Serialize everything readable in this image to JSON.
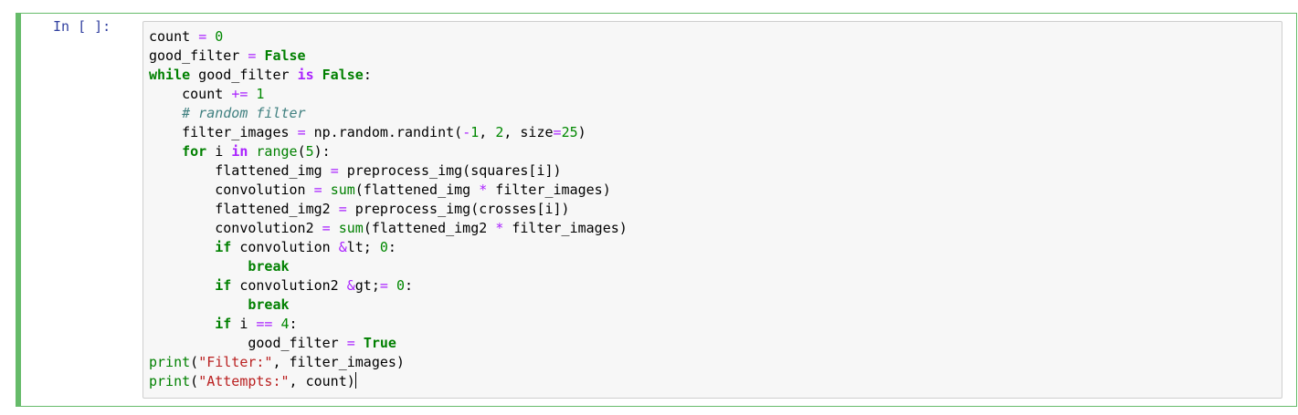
{
  "cell": {
    "prompt": "In [ ]:",
    "accent_color": "#66bb6a",
    "code_lines": [
      [
        {
          "t": "count "
        },
        {
          "t": "=",
          "c": "o"
        },
        {
          "t": " "
        },
        {
          "t": "0",
          "c": "n"
        }
      ],
      [
        {
          "t": "good_filter "
        },
        {
          "t": "=",
          "c": "o"
        },
        {
          "t": " "
        },
        {
          "t": "False",
          "c": "k"
        }
      ],
      [
        {
          "t": "while",
          "c": "k"
        },
        {
          "t": " good_filter "
        },
        {
          "t": "is",
          "c": "ow"
        },
        {
          "t": " "
        },
        {
          "t": "False",
          "c": "k"
        },
        {
          "t": ":"
        }
      ],
      [
        {
          "t": "    count "
        },
        {
          "t": "+=",
          "c": "o"
        },
        {
          "t": " "
        },
        {
          "t": "1",
          "c": "n"
        }
      ],
      [
        {
          "t": "    "
        },
        {
          "t": "# random filter",
          "c": "c"
        }
      ],
      [
        {
          "t": "    filter_images "
        },
        {
          "t": "=",
          "c": "o"
        },
        {
          "t": " np.random.randint("
        },
        {
          "t": "-",
          "c": "o"
        },
        {
          "t": "1",
          "c": "n"
        },
        {
          "t": ", "
        },
        {
          "t": "2",
          "c": "n"
        },
        {
          "t": ", size"
        },
        {
          "t": "=",
          "c": "o"
        },
        {
          "t": "25",
          "c": "n"
        },
        {
          "t": ")"
        }
      ],
      [
        {
          "t": "    "
        },
        {
          "t": "for",
          "c": "k"
        },
        {
          "t": " i "
        },
        {
          "t": "in",
          "c": "ow"
        },
        {
          "t": " "
        },
        {
          "t": "range",
          "c": "b"
        },
        {
          "t": "("
        },
        {
          "t": "5",
          "c": "n"
        },
        {
          "t": "):"
        }
      ],
      [
        {
          "t": "        flattened_img "
        },
        {
          "t": "=",
          "c": "o"
        },
        {
          "t": " preprocess_img(squares[i])"
        }
      ],
      [
        {
          "t": "        convolution "
        },
        {
          "t": "=",
          "c": "o"
        },
        {
          "t": " "
        },
        {
          "t": "sum",
          "c": "b"
        },
        {
          "t": "(flattened_img "
        },
        {
          "t": "*",
          "c": "o"
        },
        {
          "t": " filter_images)"
        }
      ],
      [
        {
          "t": "        flattened_img2 "
        },
        {
          "t": "=",
          "c": "o"
        },
        {
          "t": " preprocess_img(crosses[i])"
        }
      ],
      [
        {
          "t": "        convolution2 "
        },
        {
          "t": "=",
          "c": "o"
        },
        {
          "t": " "
        },
        {
          "t": "sum",
          "c": "b"
        },
        {
          "t": "(flattened_img2 "
        },
        {
          "t": "*",
          "c": "o"
        },
        {
          "t": " filter_images)"
        }
      ],
      [
        {
          "t": "        "
        },
        {
          "t": "if",
          "c": "k"
        },
        {
          "t": " convolution "
        },
        {
          "t": "&",
          "c": "o"
        },
        {
          "t": "lt; "
        },
        {
          "t": "0",
          "c": "n"
        },
        {
          "t": ":"
        }
      ],
      [
        {
          "t": "            "
        },
        {
          "t": "break",
          "c": "k"
        }
      ],
      [
        {
          "t": "        "
        },
        {
          "t": "if",
          "c": "k"
        },
        {
          "t": " convolution2 "
        },
        {
          "t": "&",
          "c": "o"
        },
        {
          "t": "gt;"
        },
        {
          "t": "=",
          "c": "o"
        },
        {
          "t": " "
        },
        {
          "t": "0",
          "c": "n"
        },
        {
          "t": ":"
        }
      ],
      [
        {
          "t": "            "
        },
        {
          "t": "break",
          "c": "k"
        }
      ],
      [
        {
          "t": "        "
        },
        {
          "t": "if",
          "c": "k"
        },
        {
          "t": " i "
        },
        {
          "t": "==",
          "c": "o"
        },
        {
          "t": " "
        },
        {
          "t": "4",
          "c": "n"
        },
        {
          "t": ":"
        }
      ],
      [
        {
          "t": "            good_filter "
        },
        {
          "t": "=",
          "c": "o"
        },
        {
          "t": " "
        },
        {
          "t": "True",
          "c": "k"
        }
      ],
      [
        {
          "t": "print",
          "c": "b"
        },
        {
          "t": "("
        },
        {
          "t": "\"Filter:\"",
          "c": "s"
        },
        {
          "t": ", filter_images)"
        }
      ],
      [
        {
          "t": "print",
          "c": "b"
        },
        {
          "t": "("
        },
        {
          "t": "\"Attempts:\"",
          "c": "s"
        },
        {
          "t": ", count)"
        }
      ]
    ]
  }
}
